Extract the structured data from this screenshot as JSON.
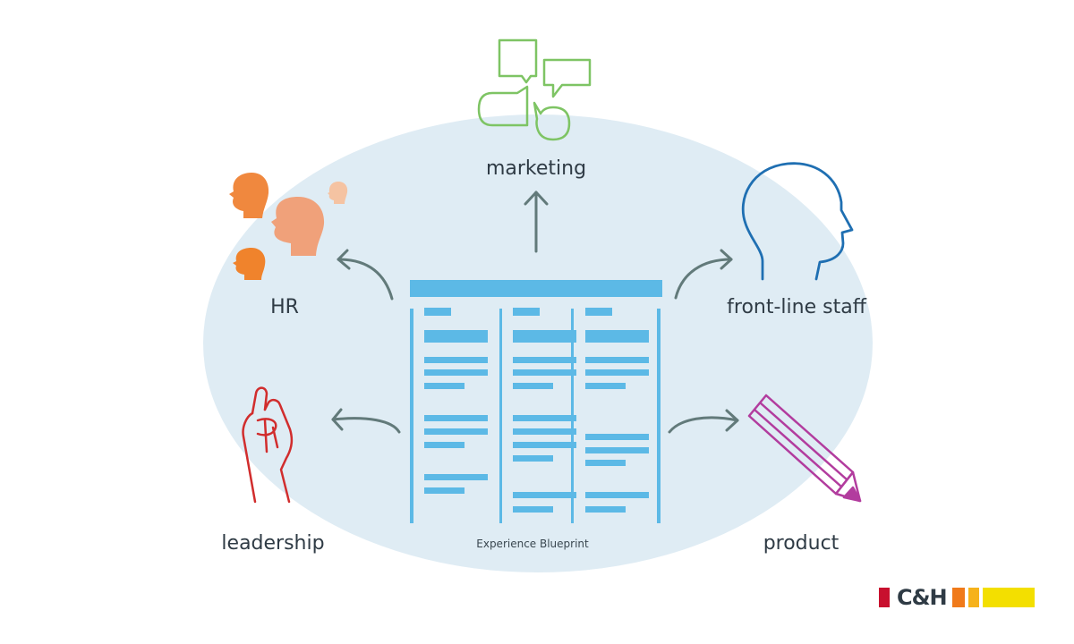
{
  "diagram": {
    "center": {
      "caption": "Experience Blueprint"
    },
    "nodes": {
      "marketing": {
        "label": "marketing",
        "icon": "speech-bubbles-icon",
        "color": "#7ec464"
      },
      "front_line_staff": {
        "label": "front-line staff",
        "icon": "head-profile-icon",
        "color": "#1f6fb2"
      },
      "product": {
        "label": "product",
        "icon": "pencil-icon",
        "color": "#b23c9e"
      },
      "leadership": {
        "label": "leadership",
        "icon": "raised-hand-icon",
        "color": "#d12d2d"
      },
      "hr": {
        "label": "HR",
        "icon": "people-heads-icon",
        "color": "#f0883e"
      }
    },
    "colors": {
      "background_ellipse": "#dfecf4",
      "blueprint": "#5cb9e6",
      "arrows": "#627a7a"
    }
  },
  "logo": {
    "text": "C&H",
    "colors": [
      "#c8102e",
      "#f07a1a",
      "#f6b21b",
      "#f3df00"
    ]
  }
}
